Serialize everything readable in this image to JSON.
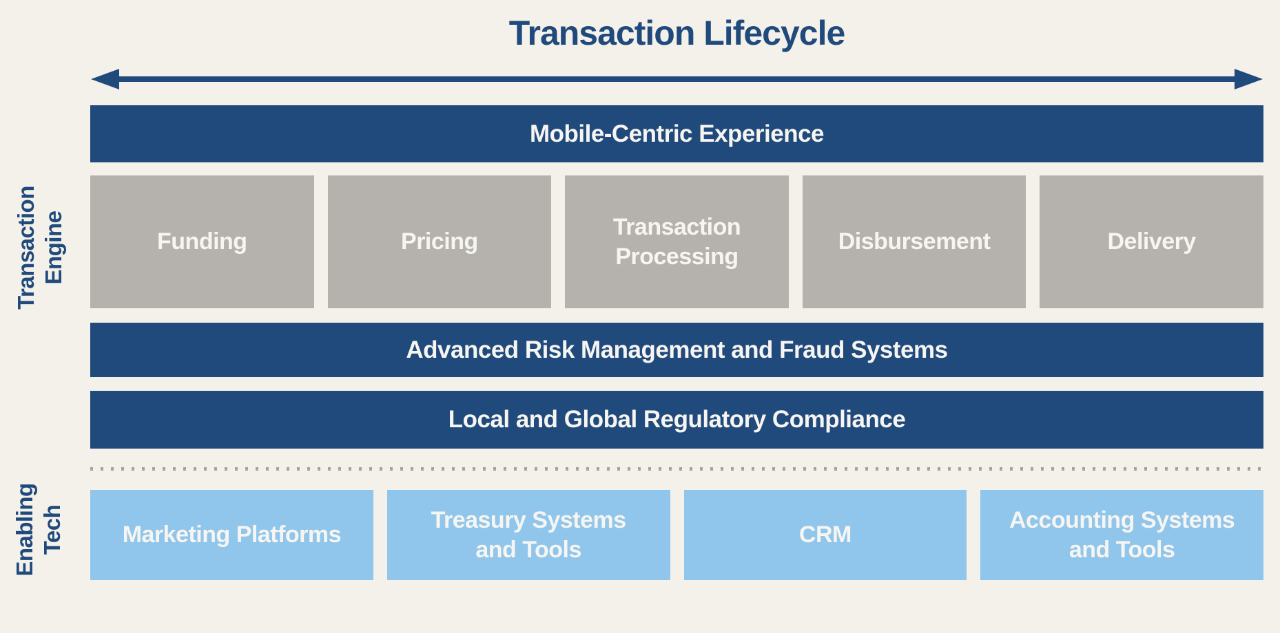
{
  "colors": {
    "background": "#F4F1EA",
    "dark_blue": "#204A7C",
    "gray_box": "#B5B2AE",
    "light_blue": "#90C6EB",
    "box_text": "#F7F5F1",
    "dotted_line": "#A6A39D"
  },
  "title": "Transaction Lifecycle",
  "icons": {
    "lifecycle_arrow": "double-headed-horizontal-arrow"
  },
  "side_labels": {
    "transaction_engine": "Transaction\nEngine",
    "enabling_tech": "Enabling\nTech"
  },
  "bands": {
    "mobile": "Mobile-Centric Experience",
    "risk": "Advanced Risk Management and Fraud Systems",
    "compliance": "Local and Global Regulatory Compliance"
  },
  "stages": [
    {
      "label": "Funding"
    },
    {
      "label": "Pricing"
    },
    {
      "label": "Transaction\nProcessing"
    },
    {
      "label": "Disbursement"
    },
    {
      "label": "Delivery"
    }
  ],
  "tech_items": [
    {
      "label": "Marketing Platforms"
    },
    {
      "label": "Treasury Systems\nand Tools"
    },
    {
      "label": "CRM"
    },
    {
      "label": "Accounting Systems\nand Tools"
    }
  ]
}
